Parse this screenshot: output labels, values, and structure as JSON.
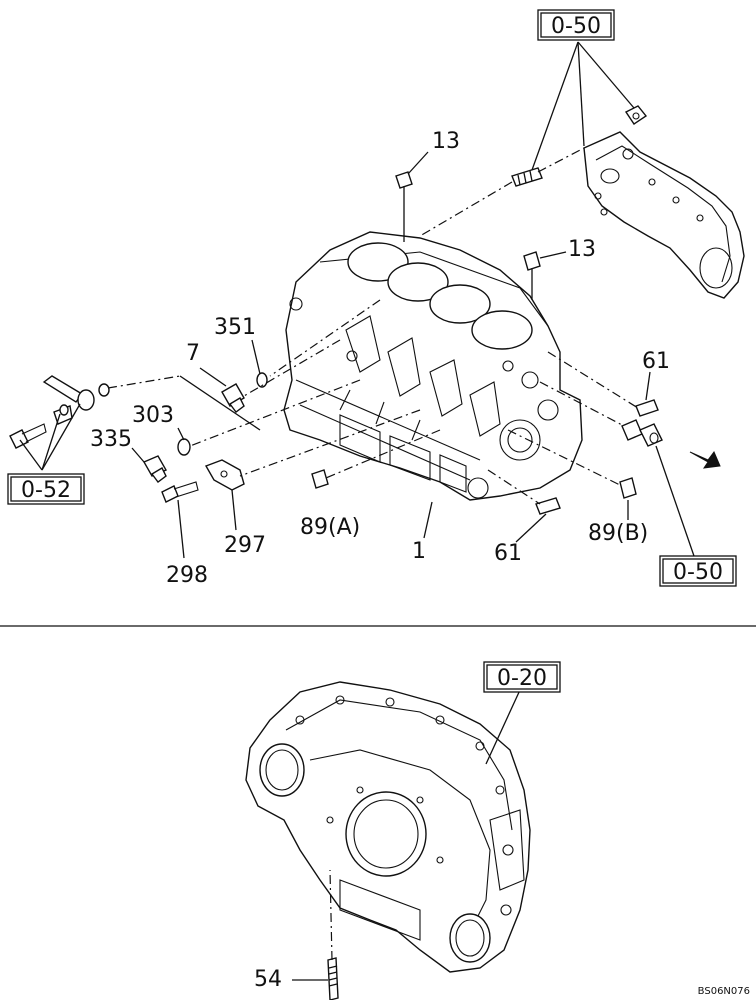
{
  "labels": {
    "ref_050_top": "0-50",
    "ref_050_right": "0-50",
    "ref_052": "0-52",
    "ref_020": "0-20",
    "p13a": "13",
    "p13b": "13",
    "p351": "351",
    "p7": "7",
    "p303": "303",
    "p335": "335",
    "p61a": "61",
    "p61b": "61",
    "p89a": "89(A)",
    "p89b": "89(B)",
    "p1": "1",
    "p297": "297",
    "p298": "298",
    "p54": "54"
  },
  "drawing_code": "BS06N076",
  "icons": {
    "direction": "arrow-icon"
  }
}
